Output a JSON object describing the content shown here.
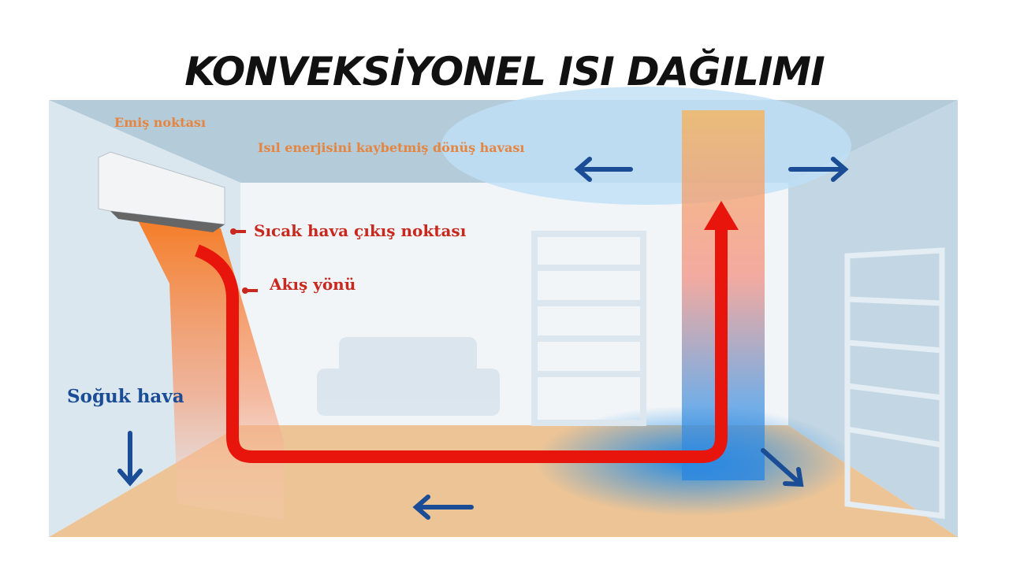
{
  "title": "KONVEKSİYONEL ISI DAĞILIMI",
  "labels": {
    "intake": "Emiş noktası",
    "return_air": "Isıl enerjisini kaybetmiş dönüş havası",
    "hot_outlet": "Sıcak hava çıkış noktası",
    "flow_direction": "Akış yönü",
    "cold_air": "Soğuk hava"
  },
  "colors": {
    "hot": "#e8150c",
    "warm": "#f59a45",
    "cold": "#1a4d96",
    "wall": "#c9dbe6"
  }
}
